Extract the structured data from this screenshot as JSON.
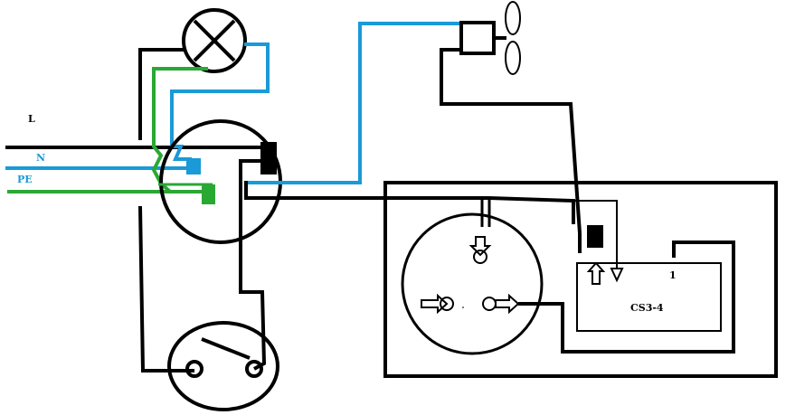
{
  "labels": {
    "line": "L",
    "neutral": "N",
    "earth": "PE",
    "controller_model": "CS3-4",
    "controller_terminal": "1"
  },
  "colors": {
    "wire_black": "#000000",
    "wire_blue": "#1a9ad6",
    "wire_green": "#2aa834",
    "terminal_blue": "#1a9ad6",
    "terminal_green": "#2aa834",
    "terminal_black": "#000000",
    "background": "#ffffff"
  },
  "components": {
    "lamp": "lamp-symbol",
    "fan": "fan-motor-symbol",
    "junction_box": "junction-box-symbol",
    "switch": "switch-symbol",
    "appliance_panel": "appliance-enclosure",
    "motor": "compressor-motor-symbol",
    "controller": "controller-module"
  }
}
